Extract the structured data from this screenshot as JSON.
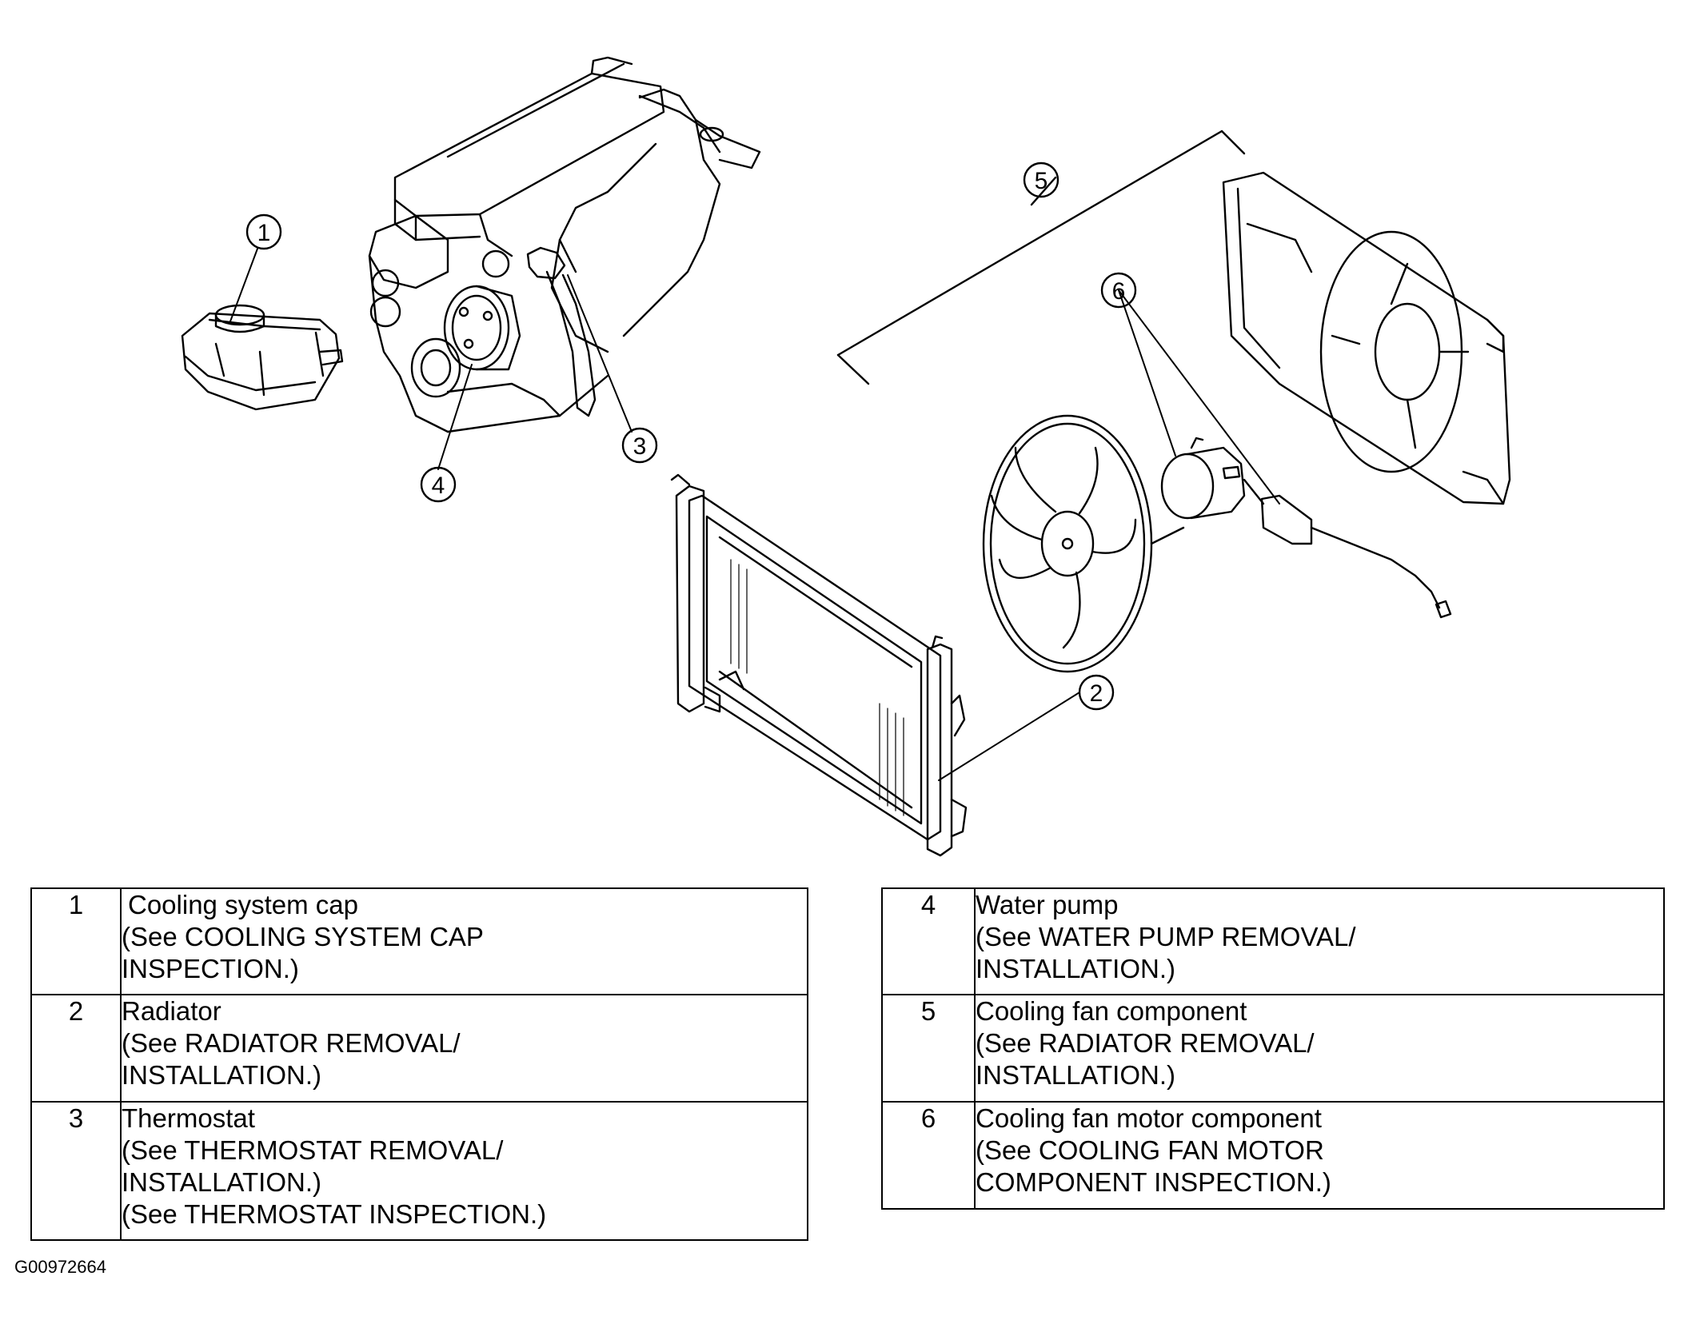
{
  "callouts": [
    "1",
    "2",
    "3",
    "4",
    "5",
    "6"
  ],
  "legend": {
    "left": [
      {
        "num": "1",
        "lines": [
          "Cooling system cap",
          "(See COOLING SYSTEM CAP",
          "INSPECTION.)"
        ]
      },
      {
        "num": "2",
        "lines": [
          "Radiator",
          "(See RADIATOR REMOVAL/",
          "INSTALLATION.)"
        ]
      },
      {
        "num": "3",
        "lines": [
          "Thermostat",
          "(See THERMOSTAT REMOVAL/",
          "INSTALLATION.)",
          "(See THERMOSTAT INSPECTION.)"
        ]
      }
    ],
    "right": [
      {
        "num": "4",
        "lines": [
          "Water pump",
          "(See WATER PUMP REMOVAL/",
          "INSTALLATION.)"
        ]
      },
      {
        "num": "5",
        "lines": [
          "Cooling fan component",
          "(See RADIATOR REMOVAL/",
          "INSTALLATION.)"
        ]
      },
      {
        "num": "6",
        "lines": [
          "Cooling fan motor component",
          "(See COOLING FAN MOTOR",
          "COMPONENT INSPECTION.)"
        ]
      }
    ]
  },
  "figure_id": "G00972664"
}
